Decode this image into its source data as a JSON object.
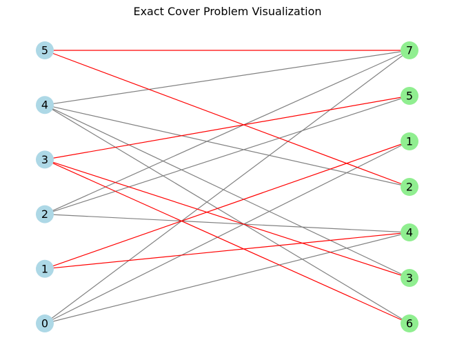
{
  "title": "Exact Cover Problem Visualization",
  "colors": {
    "left_node": "#add8e6",
    "right_node": "#90ee90",
    "edge_default": "#808080",
    "edge_highlight": "#ff0000",
    "label": "#000000"
  },
  "left_nodes": [
    "5",
    "4",
    "3",
    "2",
    "1",
    "0"
  ],
  "right_nodes": [
    "7",
    "5",
    "1",
    "2",
    "4",
    "3",
    "6"
  ],
  "edges": [
    {
      "from": "5",
      "to": "7",
      "highlight": true
    },
    {
      "from": "5",
      "to": "2",
      "highlight": true
    },
    {
      "from": "4",
      "to": "7",
      "highlight": false
    },
    {
      "from": "4",
      "to": "2",
      "highlight": false
    },
    {
      "from": "4",
      "to": "3",
      "highlight": false
    },
    {
      "from": "4",
      "to": "6",
      "highlight": false
    },
    {
      "from": "3",
      "to": "5",
      "highlight": true
    },
    {
      "from": "3",
      "to": "3",
      "highlight": true
    },
    {
      "from": "3",
      "to": "6",
      "highlight": true
    },
    {
      "from": "2",
      "to": "7",
      "highlight": false
    },
    {
      "from": "2",
      "to": "5",
      "highlight": false
    },
    {
      "from": "2",
      "to": "4",
      "highlight": false
    },
    {
      "from": "1",
      "to": "1",
      "highlight": true
    },
    {
      "from": "1",
      "to": "4",
      "highlight": true
    },
    {
      "from": "0",
      "to": "7",
      "highlight": false
    },
    {
      "from": "0",
      "to": "1",
      "highlight": false
    },
    {
      "from": "0",
      "to": "4",
      "highlight": false
    }
  ]
}
